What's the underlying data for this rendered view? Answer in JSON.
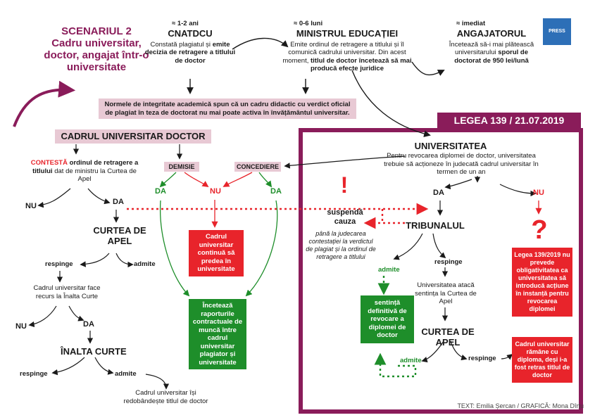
{
  "scenario": {
    "title": "SCENARIUL 2",
    "subtitle": "Cadru universitar, doctor, angajat într-o universitate"
  },
  "logo": {
    "text": "PRESS ONE"
  },
  "top": {
    "cnatdcu": {
      "time": "≈ 1-2 ani",
      "title": "CNATDCU",
      "desc_pre": "Constată plagiatul și ",
      "desc_bold": "emite decizia de retragere a titlului de doctor",
      "desc_post": ""
    },
    "minister": {
      "time": "≈ 0-6 luni",
      "title": "MINISTRUL EDUCAȚIEI",
      "desc_pre": "Emite ordinul de retragere a titlului și îl comunică cadrului universitar. Din acest moment, ",
      "desc_bold": "titlul de doctor încetează să mai producă efecte juridice",
      "desc_post": ""
    },
    "employer": {
      "time": "≈ imediat",
      "title": "ANGAJATORUL",
      "desc_pre": "Încetează să-i mai plătească universitarului ",
      "desc_bold": "sporul de doctorat de 950 lei/lună",
      "desc_post": ""
    }
  },
  "norms": "Normele de integritate academică spun că un cadru didactic cu verdict oficial de plagiat în teza de doctorat nu mai poate activa în învățământul universitar.",
  "left": {
    "header": "CADRUL UNIVERSITAR DOCTOR",
    "contest_red": "CONTESTĂ",
    "contest_bold": " ordinul de retragere a titlului",
    "contest_rest": " dat de ministru la Curtea de Apel",
    "nu": "NU",
    "da": "DA",
    "court": "CURTEA DE APEL",
    "respinge": "respinge",
    "admite": "admite",
    "recurs": "Cadrul universitar face recurs la Înalta Curte",
    "nu2": "NU",
    "da2": "DA",
    "high_court": "ÎNALTA CURTE",
    "respinge2": "respinge",
    "admite2": "admite",
    "regains": "Cadrul universitar își redobândește titlul de doctor"
  },
  "middle": {
    "demisie": "DEMISIE",
    "concediere": "CONCEDIERE",
    "da_left": "DA",
    "nu": "NU",
    "da_right": "DA",
    "continues": "Cadrul universitar continuă să predea în universitate",
    "ends": "Încetează raporturile contractuale de muncă între cadrul universitar plagiator și universitate"
  },
  "law": {
    "header": "LEGEA 139 / 21.07.2019",
    "university": "UNIVERSITATEA",
    "univ_desc": "Pentru revocarea diplomei de doctor, universitatea trebuie să acționeze în judecată cadrul universitar în termen de un an",
    "da": "DA",
    "nu": "NU",
    "exclam": "!",
    "suspend_title": "suspendă cauza",
    "suspend_desc": "până la judecarea contestației la verdictul de plagiat și la ordinul de retragere a titlului",
    "tribunal": "TRIBUNALUL",
    "admite": "admite",
    "respinge": "respinge",
    "question": "?",
    "law_note": "Legea 139/2019 nu prevede obligativitatea ca universitatea să introducă acțiune în instanță pentru revocarea diplomei",
    "sentence": "sentință definitivă de revocare a diplomei de doctor",
    "univ_appeals": "Universitatea atacă sentința la Curtea de Apel",
    "court": "CURTEA DE APEL",
    "admite2": "admite",
    "respinge2": "respinge",
    "keeps": "Cadrul universitar rămâne cu diploma, deși i-a fost retras titlul de doctor"
  },
  "credits": "TEXT: Emilia Șercan / GRAFICĂ: Mona Dîrțu",
  "colors": {
    "purple": "#8a1c5a",
    "red": "#e8242b",
    "green": "#1e8e2a",
    "pink": "#e8c9d4",
    "logo": "#2d6fb7"
  }
}
